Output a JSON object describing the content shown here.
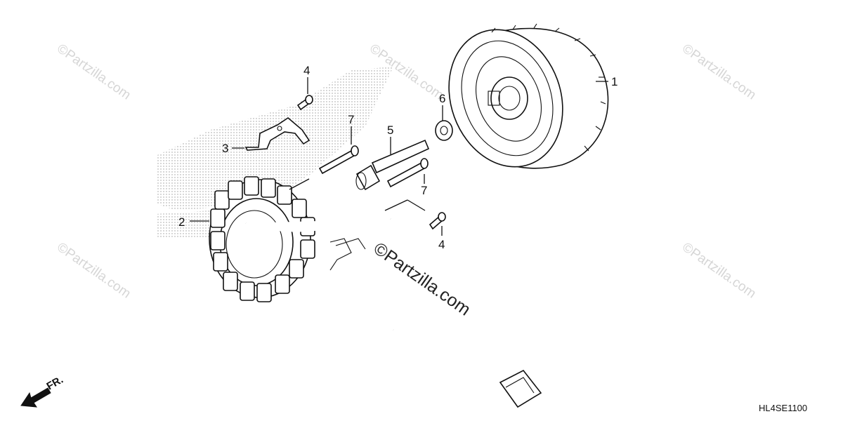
{
  "diagram_code": "HL4SE1100",
  "direction_label": "FR.",
  "callouts": [
    {
      "id": "1",
      "label": "1"
    },
    {
      "id": "2",
      "label": "2"
    },
    {
      "id": "3",
      "label": "3"
    },
    {
      "id": "4a",
      "label": "4"
    },
    {
      "id": "4b",
      "label": "4"
    },
    {
      "id": "5",
      "label": "5"
    },
    {
      "id": "6",
      "label": "6"
    },
    {
      "id": "7a",
      "label": "7"
    },
    {
      "id": "7b",
      "label": "7"
    }
  ],
  "watermark": {
    "symbol": "©",
    "text": "Partzilla.com"
  },
  "colors": {
    "ink": "#111111",
    "watermark": "#d6d6d6",
    "shading": "#9a9a9a"
  }
}
